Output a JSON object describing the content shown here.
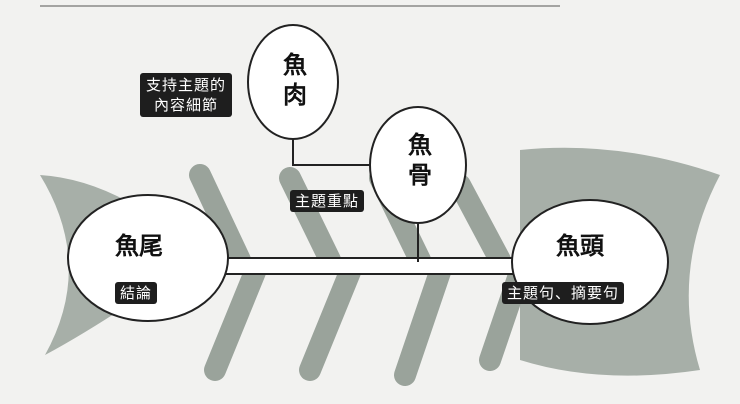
{
  "diagram": {
    "tail": {
      "title": "魚尾",
      "tag": "結論"
    },
    "flesh": {
      "title": "魚肉",
      "tag_line1": "支持主題的",
      "tag_line2": "內容細節"
    },
    "bone": {
      "title": "魚骨",
      "tag": "主題重點"
    },
    "head": {
      "title": "魚頭",
      "tag": "主題句、摘要句"
    }
  }
}
